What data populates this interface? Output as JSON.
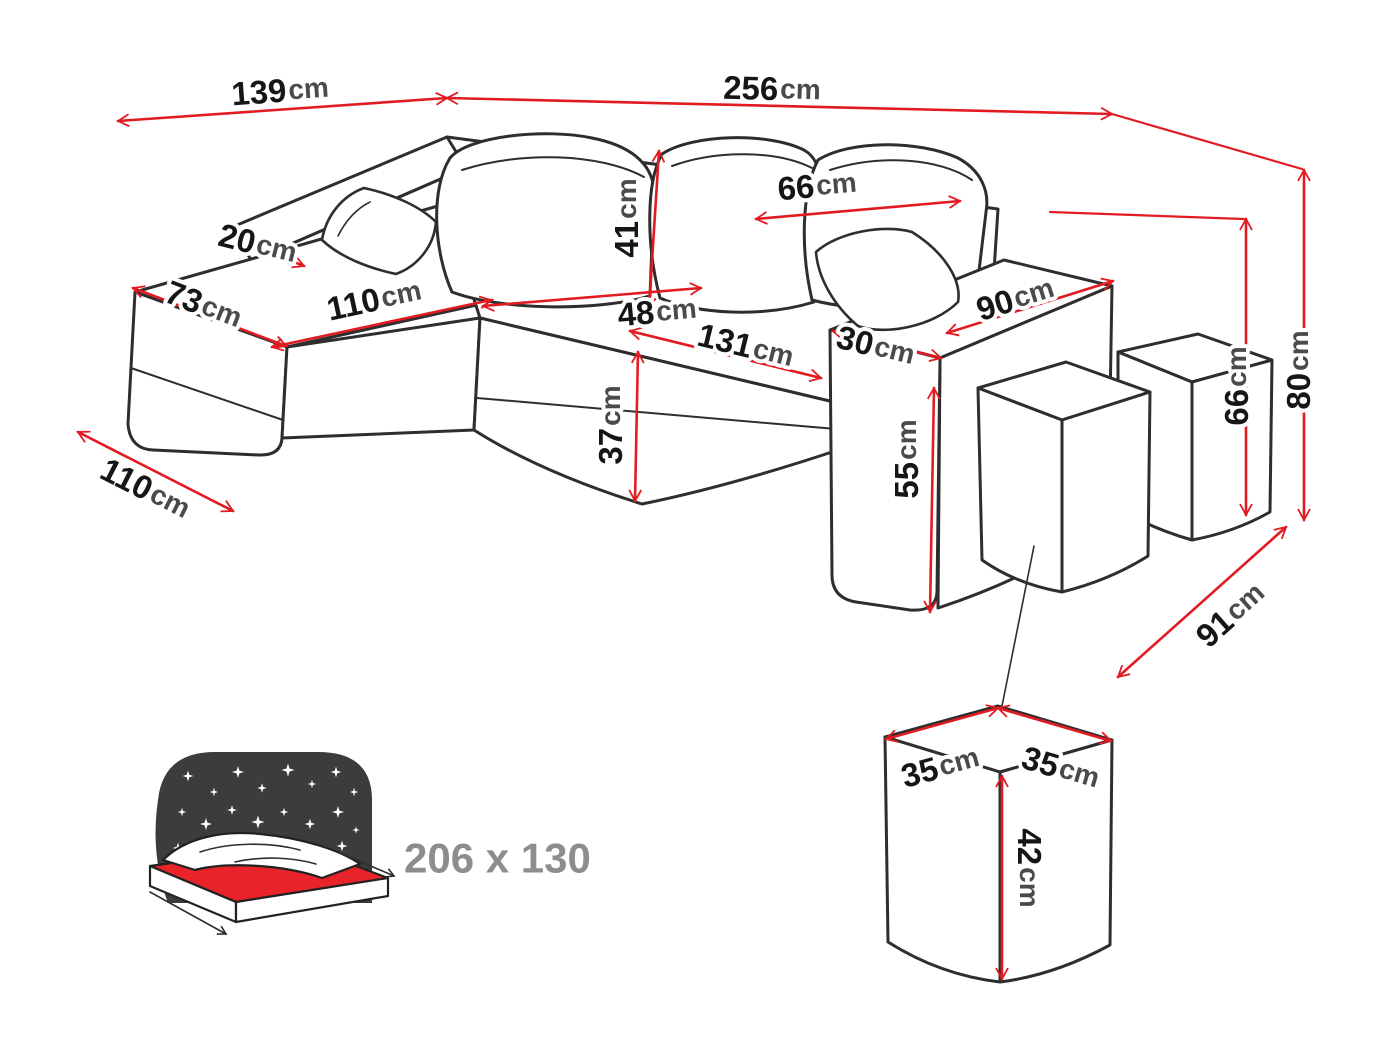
{
  "diagram": {
    "type": "furniture-dimension-diagram",
    "subject": "corner sofa with chaise longue, two nesting stools and a pouf",
    "accent_color": "#e21b22",
    "outline_color": "#2e2e2e",
    "dimensions": {
      "chaise_depth": {
        "value": "139",
        "unit": "cm"
      },
      "sofa_width": {
        "value": "256",
        "unit": "cm"
      },
      "back_cushion_width": {
        "value": "66",
        "unit": "cm"
      },
      "back_cushion_height": {
        "value": "41",
        "unit": "cm"
      },
      "backrest_top_width": {
        "value": "20",
        "unit": "cm"
      },
      "chaise_end_width": {
        "value": "73",
        "unit": "cm"
      },
      "chaise_seat_length": {
        "value": "110",
        "unit": "cm"
      },
      "corner_seat_depth": {
        "value": "48",
        "unit": "cm"
      },
      "seat_width": {
        "value": "131",
        "unit": "cm"
      },
      "armrest_width": {
        "value": "30",
        "unit": "cm"
      },
      "armrest_depth": {
        "value": "90",
        "unit": "cm"
      },
      "seat_height": {
        "value": "37",
        "unit": "cm"
      },
      "armrest_height": {
        "value": "55",
        "unit": "cm"
      },
      "backrest_height": {
        "value": "66",
        "unit": "cm"
      },
      "total_height": {
        "value": "80",
        "unit": "cm"
      },
      "sofa_side_depth": {
        "value": "91",
        "unit": "cm"
      },
      "chaise_base_length": {
        "value": "110",
        "unit": "cm"
      },
      "pouf_width": {
        "value": "35",
        "unit": "cm"
      },
      "pouf_depth": {
        "value": "35",
        "unit": "cm"
      },
      "pouf_height": {
        "value": "42",
        "unit": "cm"
      }
    },
    "sleeping_area": {
      "icon": "sofa-bed-sleeping-function-icon",
      "label": "206 x 130"
    }
  }
}
